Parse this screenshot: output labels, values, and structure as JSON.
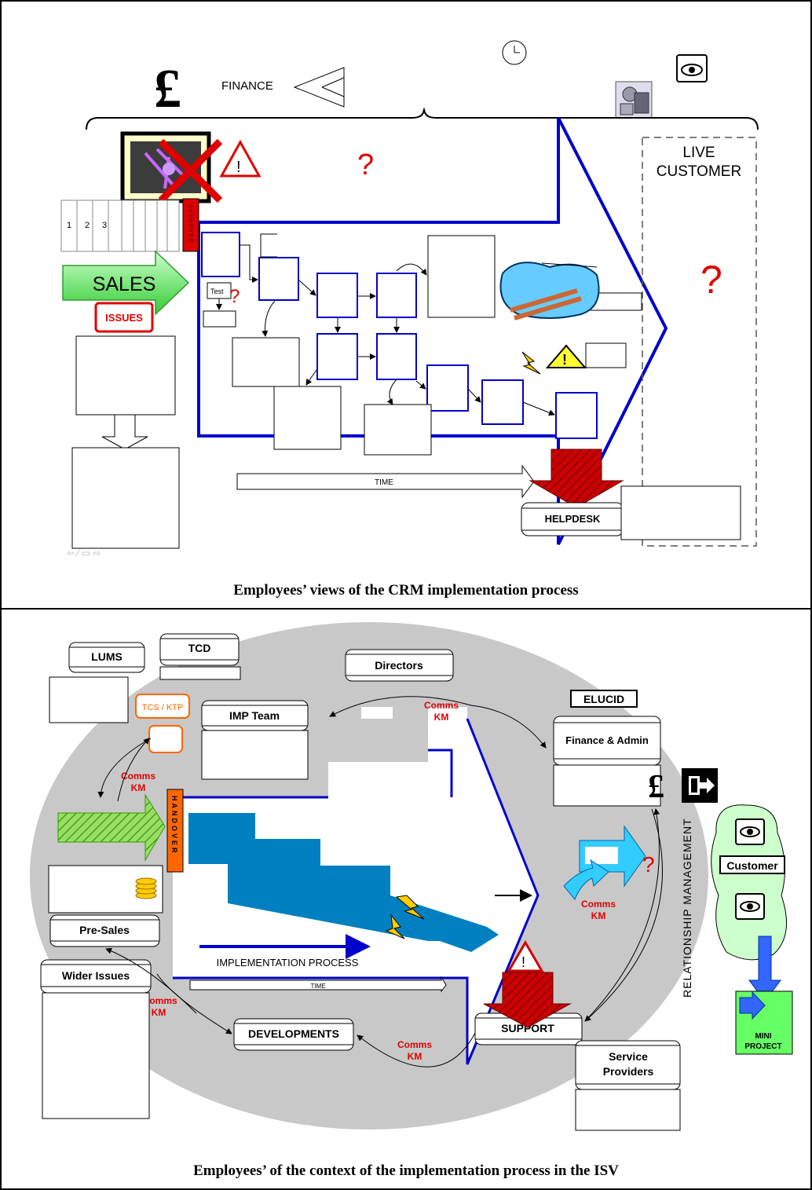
{
  "panel1": {
    "caption": "Employees’ views of the CRM implementation process",
    "finance_label": "FINANCE",
    "currency_symbol": "£",
    "question_mark": "?",
    "exclamation": "!",
    "live_customer_line1": "LIVE",
    "live_customer_line2": "CUSTOMER",
    "sales_label": "SALES",
    "issues_label": "ISSUES",
    "handover_label": "HANDOVER",
    "test_label": "Test",
    "time_label": "TIME",
    "helpdesk_label": "HELPDESK",
    "tabs": [
      "1",
      "2",
      "3"
    ]
  },
  "panel2": {
    "caption": "Employees’ of the context of the implementation process in the ISV",
    "lums": "LUMS",
    "tcd": "TCD",
    "directors": "Directors",
    "elucid": "ELUCID",
    "finance_admin": "Finance & Admin",
    "tcs_ktp": "TCS / KTP",
    "imp_team": "IMP Team",
    "handover_label": "HANDOVER",
    "pre_sales": "Pre-Sales",
    "wider_issues": "Wider Issues",
    "implementation_process": "IMPLEMENTATION PROCESS",
    "time_label": "TIME",
    "developments": "DEVELOPMENTS",
    "support": "SUPPORT",
    "service_providers_line1": "Service",
    "service_providers_line2": "Providers",
    "relationship_management": "RELATIONSHIP MANAGEMENT",
    "customer": "Customer",
    "mini_project_line1": "MINI",
    "mini_project_line2": "PROJECT",
    "comms_line1": "Comms",
    "comms_partial": "omms",
    "km": "KM",
    "currency_symbol": "£",
    "question_mark": "?",
    "exclamation": "!"
  },
  "colors": {
    "process_blue": "#0000cc",
    "arrow_red": "#cc0000",
    "ellipse_grey": "#c8c8c8",
    "steps_blue": "#0080c0",
    "cyan": "#33ccff",
    "customer_green": "#ccffcc",
    "mini_project_green": "#66ff66",
    "handover_orange": "#ff6600",
    "text_red": "#e00000"
  }
}
